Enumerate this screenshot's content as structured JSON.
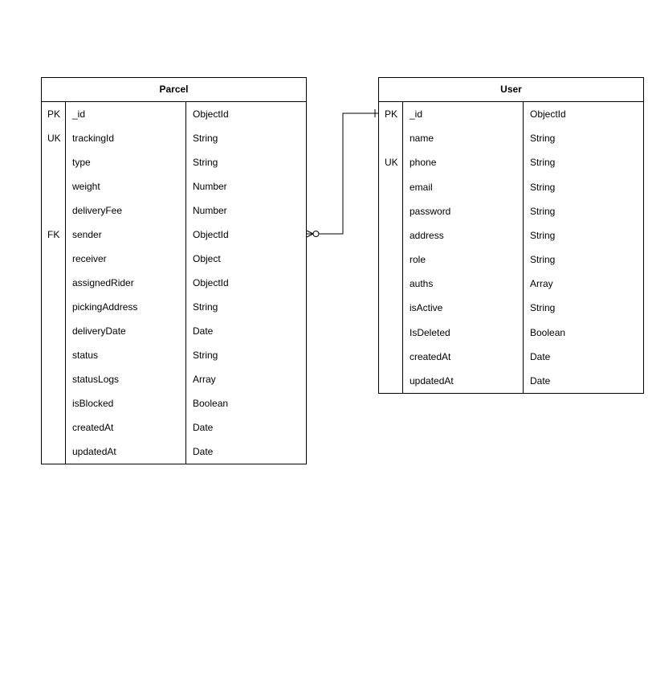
{
  "entities": [
    {
      "name": "Parcel",
      "rows": [
        {
          "key": "PK",
          "name": "_id",
          "type": "ObjectId"
        },
        {
          "key": "UK",
          "name": "trackingId",
          "type": "String"
        },
        {
          "key": "",
          "name": "type",
          "type": "String"
        },
        {
          "key": "",
          "name": "weight",
          "type": "Number"
        },
        {
          "key": "",
          "name": "deliveryFee",
          "type": "Number"
        },
        {
          "key": "FK",
          "name": "sender",
          "type": "ObjectId"
        },
        {
          "key": "",
          "name": "receiver",
          "type": "Object"
        },
        {
          "key": "",
          "name": "assignedRider",
          "type": "ObjectId"
        },
        {
          "key": "",
          "name": "pickingAddress",
          "type": "String"
        },
        {
          "key": "",
          "name": "deliveryDate",
          "type": "Date"
        },
        {
          "key": "",
          "name": "status",
          "type": "String"
        },
        {
          "key": "",
          "name": "statusLogs",
          "type": "Array"
        },
        {
          "key": "",
          "name": "isBlocked",
          "type": "Boolean"
        },
        {
          "key": "",
          "name": "createdAt",
          "type": "Date"
        },
        {
          "key": "",
          "name": "updatedAt",
          "type": "Date"
        }
      ]
    },
    {
      "name": "User",
      "rows": [
        {
          "key": "PK",
          "name": "_id",
          "type": "ObjectId"
        },
        {
          "key": "",
          "name": "name",
          "type": "String"
        },
        {
          "key": "UK",
          "name": "phone",
          "type": "String"
        },
        {
          "key": "",
          "name": "email",
          "type": "String"
        },
        {
          "key": "",
          "name": "password",
          "type": "String"
        },
        {
          "key": "",
          "name": "address",
          "type": "String"
        },
        {
          "key": "",
          "name": "role",
          "type": "String"
        },
        {
          "key": "",
          "name": "auths",
          "type": "Array"
        },
        {
          "key": "",
          "name": "isActive",
          "type": "String"
        },
        {
          "key": "",
          "name": "IsDeleted",
          "type": "Boolean"
        },
        {
          "key": "",
          "name": "createdAt",
          "type": "Date"
        },
        {
          "key": "",
          "name": "updatedAt",
          "type": "Date"
        }
      ]
    }
  ],
  "relationship": {
    "from": "Parcel.sender",
    "to": "User._id",
    "from_cardinality": "zero-or-many",
    "to_cardinality": "one"
  }
}
